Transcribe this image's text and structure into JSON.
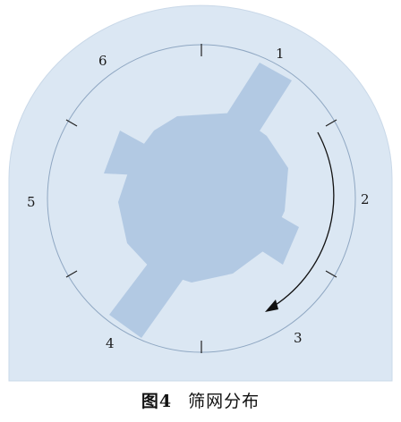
{
  "diagram": {
    "position_labels": [
      "1",
      "2",
      "3",
      "4",
      "5",
      "6"
    ],
    "caption_number": "图4",
    "caption_text": "筛网分布",
    "colors": {
      "housing": "#dbe7f3",
      "housing_edge": "#c9d8e8",
      "circle": "#8fa7c2",
      "shape": "#b2c9e3",
      "ticks": "#222222",
      "arrow": "#111111"
    },
    "rotation_direction": "clockwise"
  }
}
